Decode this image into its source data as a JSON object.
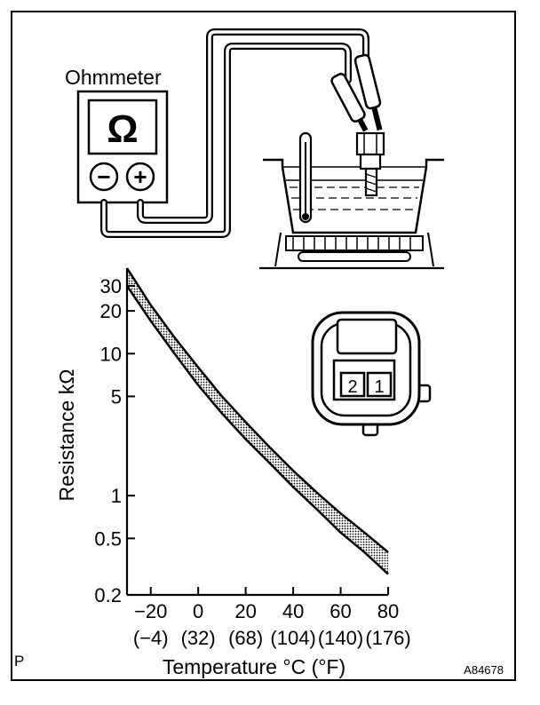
{
  "ohmmeter": {
    "label": "Ohmmeter",
    "symbol": "Ω",
    "minus": "−",
    "plus": "+"
  },
  "connector": {
    "pins": [
      "2",
      "1"
    ]
  },
  "chart_data": {
    "type": "area",
    "title": "",
    "xlabel": "Temperature °C (°F)",
    "ylabel": "Resistance kΩ",
    "x_ticks": [
      "−20",
      "0",
      "20",
      "40",
      "60",
      "80"
    ],
    "x_ticks_values": [
      -20,
      0,
      20,
      40,
      60,
      80
    ],
    "x_ticks_secondary": [
      "(−4)",
      "(32)",
      "(68)",
      "(104)",
      "(140)",
      "(176)"
    ],
    "y_ticks": [
      "30",
      "20",
      "10",
      "5",
      "1",
      "0.5",
      "0.2"
    ],
    "y_ticks_values": [
      30,
      20,
      10,
      5,
      1,
      0.5,
      0.2
    ],
    "y_scale": "log",
    "xlim": [
      -30,
      80
    ],
    "ylim": [
      0.2,
      40
    ],
    "grid": false,
    "series": [
      {
        "x": [
          -30,
          -20,
          -10,
          0,
          10,
          20,
          30,
          40,
          50,
          60,
          70,
          80
        ],
        "upper": [
          40,
          22,
          13,
          8,
          5,
          3.3,
          2.2,
          1.5,
          1.05,
          0.75,
          0.55,
          0.4
        ],
        "lower": [
          30,
          17,
          10,
          6,
          3.8,
          2.5,
          1.7,
          1.15,
          0.8,
          0.55,
          0.4,
          0.28
        ]
      }
    ]
  },
  "footer": {
    "corner_left": "P",
    "figure_id": "A84678"
  }
}
